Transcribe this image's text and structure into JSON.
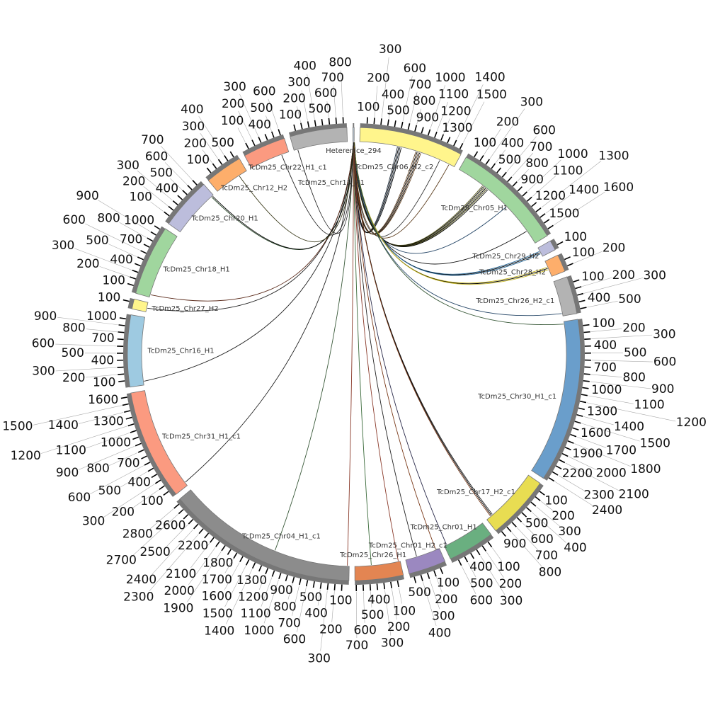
{
  "diagram": {
    "type": "circos",
    "tick_interval": 100,
    "segments": [
      {
        "name": "Heterenice_294",
        "length": 20,
        "color": "#b9c6d2",
        "ticks": false
      },
      {
        "name": "TcDm25_Chr06_H2_c2",
        "length": 1550,
        "color": "#fff58c"
      },
      {
        "name": "TcDm25_Chr05_H1",
        "length": 1680,
        "color": "#a0d69e"
      },
      {
        "name": "TcDm25_Chr29_H2",
        "length": 150,
        "color": "#bcbddc"
      },
      {
        "name": "TcDm25_Chr28_H2",
        "length": 260,
        "color": "#fdae6b"
      },
      {
        "name": "TcDm25_Chr26_H2_c1",
        "length": 560,
        "color": "#b3b3b3"
      },
      {
        "name": "TcDm25_Chr30_H1_c1",
        "length": 2450,
        "color": "#6a9ecb"
      },
      {
        "name": "TcDm25_Chr17_H2_c1",
        "length": 960,
        "color": "#e8dd52"
      },
      {
        "name": "TcDm25_Chr01_H1",
        "length": 700,
        "color": "#6aaf80"
      },
      {
        "name": "TcDm25_Chr01_H2_c1",
        "length": 560,
        "color": "#9b88c0"
      },
      {
        "name": "TcDm25_Chr26_H1",
        "length": 720,
        "color": "#e38552"
      },
      {
        "name": "TcDm25_Chr04_H1_c1",
        "length": 2850,
        "color": "#8c8c8c"
      },
      {
        "name": "TcDm25_Chr31_H1_c1",
        "length": 1650,
        "color": "#fb9a80"
      },
      {
        "name": "TcDm25_Chr16_H1",
        "length": 1070,
        "color": "#9ecae1"
      },
      {
        "name": "TcDm25_Chr27_H2",
        "length": 150,
        "color": "#fff58c"
      },
      {
        "name": "TcDm25_Chr18_H1",
        "length": 1050,
        "color": "#a0d69e"
      },
      {
        "name": "TcDm25_Chr20_H1",
        "length": 780,
        "color": "#bcbddc"
      },
      {
        "name": "TcDm25_Chr12_H2",
        "length": 560,
        "color": "#fdae6b"
      },
      {
        "name": "TcDm25_Chr22_H1_c1",
        "length": 640,
        "color": "#fb9a80"
      },
      {
        "name": "TcDm25_Chr13_H1",
        "length": 850,
        "color": "#b3b3b3"
      }
    ],
    "links": [
      {
        "from": 0,
        "fpos": 10,
        "to": 1,
        "tpos": 600,
        "n": 4,
        "color": "#1b2a3a"
      },
      {
        "from": 0,
        "fpos": 10,
        "to": 1,
        "tpos": 900,
        "n": 5,
        "color": "#6b4a2a"
      },
      {
        "from": 0,
        "fpos": 12,
        "to": 1,
        "tpos": 1300,
        "n": 1,
        "color": "#333333"
      },
      {
        "from": 0,
        "fpos": 12,
        "to": 1,
        "tpos": 1460,
        "n": 1,
        "color": "#5a3a1a"
      },
      {
        "from": 0,
        "fpos": 10,
        "to": 2,
        "tpos": 450,
        "n": 6,
        "color": "#5a5a20"
      },
      {
        "from": 0,
        "fpos": 10,
        "to": 2,
        "tpos": 950,
        "n": 1,
        "color": "#2a4a6a"
      },
      {
        "from": 0,
        "fpos": 10,
        "to": 2,
        "tpos": 1450,
        "n": 1,
        "color": "#111111"
      },
      {
        "from": 0,
        "fpos": 10,
        "to": 3,
        "tpos": 60,
        "n": 3,
        "color": "#2a6a9a"
      },
      {
        "from": 0,
        "fpos": 10,
        "to": 4,
        "tpos": 100,
        "n": 3,
        "color": "#c8b820"
      },
      {
        "from": 0,
        "fpos": 10,
        "to": 5,
        "tpos": 520,
        "n": 1,
        "color": "#2a4a6a"
      },
      {
        "from": 0,
        "fpos": 10,
        "to": 6,
        "tpos": 40,
        "n": 1,
        "color": "#3a5a3a"
      },
      {
        "from": 0,
        "fpos": 10,
        "to": 7,
        "tpos": 840,
        "n": 2,
        "color": "#222222"
      },
      {
        "from": 0,
        "fpos": 10,
        "to": 7,
        "tpos": 880,
        "n": 1,
        "color": "#7a3a1a"
      },
      {
        "from": 0,
        "fpos": 10,
        "to": 8,
        "tpos": 660,
        "n": 1,
        "color": "#2a2a4a"
      },
      {
        "from": 0,
        "fpos": 10,
        "to": 9,
        "tpos": 60,
        "n": 1,
        "color": "#7a3a1a"
      },
      {
        "from": 0,
        "fpos": 10,
        "to": 9,
        "tpos": 380,
        "n": 1,
        "color": "#222222"
      },
      {
        "from": 0,
        "fpos": 10,
        "to": 10,
        "tpos": 30,
        "n": 1,
        "color": "#8a3a2a"
      },
      {
        "from": 0,
        "fpos": 10,
        "to": 10,
        "tpos": 460,
        "n": 1,
        "color": "#3a6a3a"
      },
      {
        "from": 0,
        "fpos": 10,
        "to": 11,
        "tpos": 30,
        "n": 1,
        "color": "#8a3a2a"
      },
      {
        "from": 0,
        "fpos": 10,
        "to": 11,
        "tpos": 1200,
        "n": 1,
        "color": "#3a5a3a"
      },
      {
        "from": 0,
        "fpos": 10,
        "to": 12,
        "tpos": 60,
        "n": 1,
        "color": "#222222"
      },
      {
        "from": 0,
        "fpos": 10,
        "to": 13,
        "tpos": 60,
        "n": 1,
        "color": "#222222"
      },
      {
        "from": 0,
        "fpos": 10,
        "to": 14,
        "tpos": 60,
        "n": 1,
        "color": "#222222"
      },
      {
        "from": 0,
        "fpos": 10,
        "to": 15,
        "tpos": 40,
        "n": 1,
        "color": "#5a2a1a"
      },
      {
        "from": 0,
        "fpos": 10,
        "to": 16,
        "tpos": 740,
        "n": 2,
        "color": "#1a3a1a"
      },
      {
        "from": 0,
        "fpos": 10,
        "to": 17,
        "tpos": 420,
        "n": 1,
        "color": "#3a3a1a"
      },
      {
        "from": 0,
        "fpos": 10,
        "to": 18,
        "tpos": 520,
        "n": 1,
        "color": "#222222"
      },
      {
        "from": 0,
        "fpos": 10,
        "to": 19,
        "tpos": 60,
        "n": 1,
        "color": "#222222"
      }
    ]
  }
}
